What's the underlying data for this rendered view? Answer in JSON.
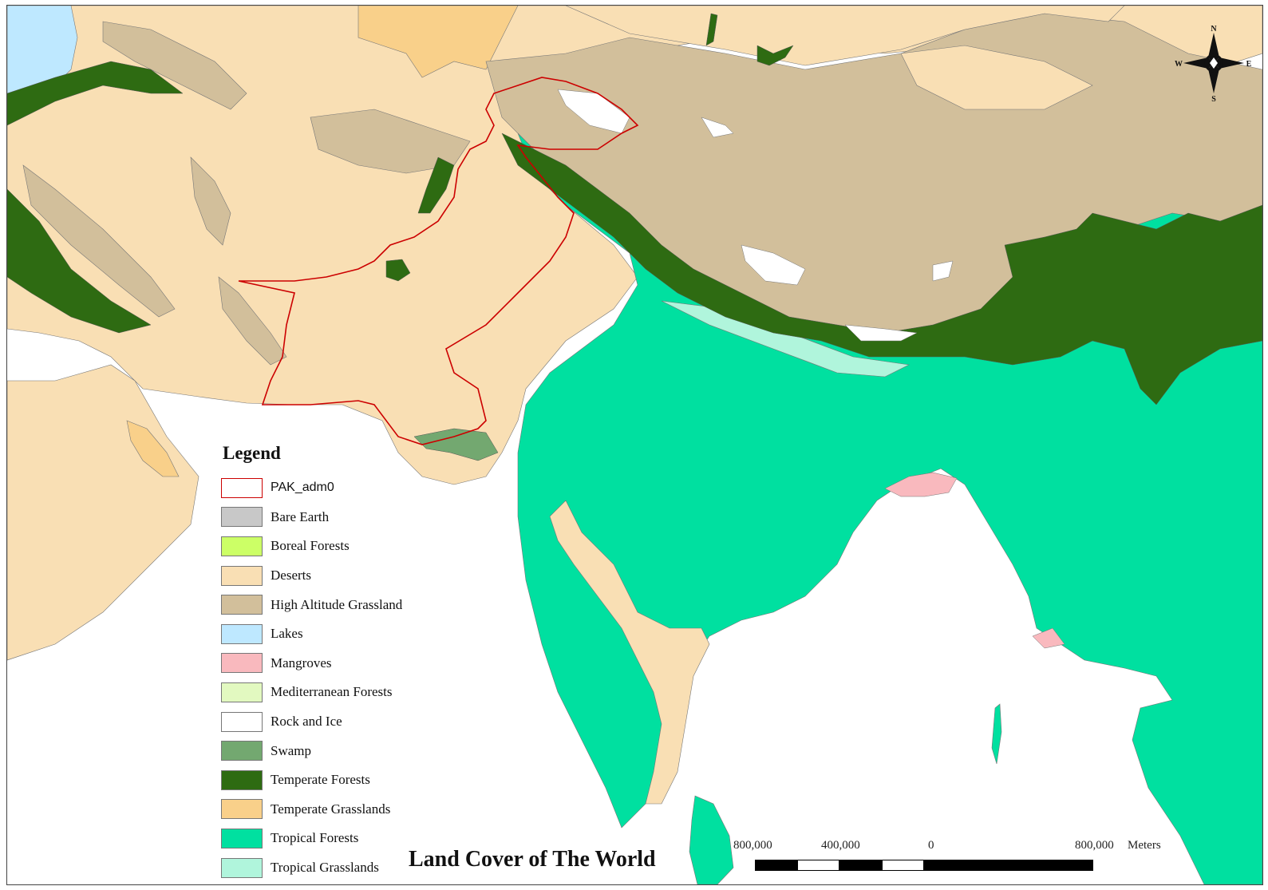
{
  "map": {
    "title": "Land Cover of The World",
    "legend_title": "Legend",
    "legend": [
      {
        "label": "PAK_adm0",
        "color": "#ffffff",
        "border": "#cc0000",
        "font": "sans"
      },
      {
        "label": "Bare Earth",
        "color": "#c8c8c8"
      },
      {
        "label": "Boreal Forests",
        "color": "#ccff66"
      },
      {
        "label": "Deserts",
        "color": "#f9dfb4"
      },
      {
        "label": "High Altitude Grassland",
        "color": "#d2bf9b"
      },
      {
        "label": "Lakes",
        "color": "#bee8ff"
      },
      {
        "label": "Mangroves",
        "color": "#f9b9be"
      },
      {
        "label": "Mediterranean Forests",
        "color": "#e2f9c0"
      },
      {
        "label": "Rock and Ice",
        "color": "#ffffff"
      },
      {
        "label": "Swamp",
        "color": "#73a870"
      },
      {
        "label": "Temperate Forests",
        "color": "#2e6b12"
      },
      {
        "label": "Temperate Grasslands",
        "color": "#f9d08a"
      },
      {
        "label": "Tropical Forests",
        "color": "#00e0a0"
      },
      {
        "label": "Tropical Grasslands",
        "color": "#b0f5dc"
      }
    ],
    "scale": {
      "labels": [
        "800,000",
        "400,000",
        "0",
        "800,000"
      ],
      "unit": "Meters"
    },
    "north_arrow": {
      "n": "N",
      "s": "S",
      "e": "E",
      "w": "W"
    }
  }
}
